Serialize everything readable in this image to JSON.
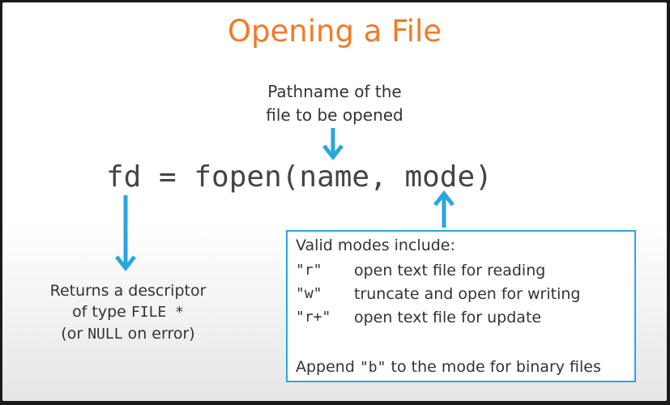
{
  "title": "Opening a File",
  "pathname_note": [
    "Pathname of the",
    "file to be opened"
  ],
  "code": "fd = fopen(name, mode)",
  "returns_note": {
    "line1": "Returns a descriptor",
    "line2_prefix": "of type ",
    "line2_code": "FILE *",
    "line3_prefix": "(or ",
    "line3_code": "NULL",
    "line3_suffix": " on error)"
  },
  "modes_box": {
    "heading": "Valid modes include:",
    "modes": [
      {
        "code": "\"r\"",
        "desc": "open text file for reading"
      },
      {
        "code": "\"w\"",
        "desc": "truncate and open for writing"
      },
      {
        "code": "\"r+\"",
        "desc": "open text file for update"
      }
    ],
    "append_prefix": "Append ",
    "append_code": "\"b\"",
    "append_suffix": " to the mode for binary files"
  },
  "colors": {
    "title": "#ef7b2a",
    "arrow": "#29a6de",
    "box_border": "#29a6de"
  }
}
